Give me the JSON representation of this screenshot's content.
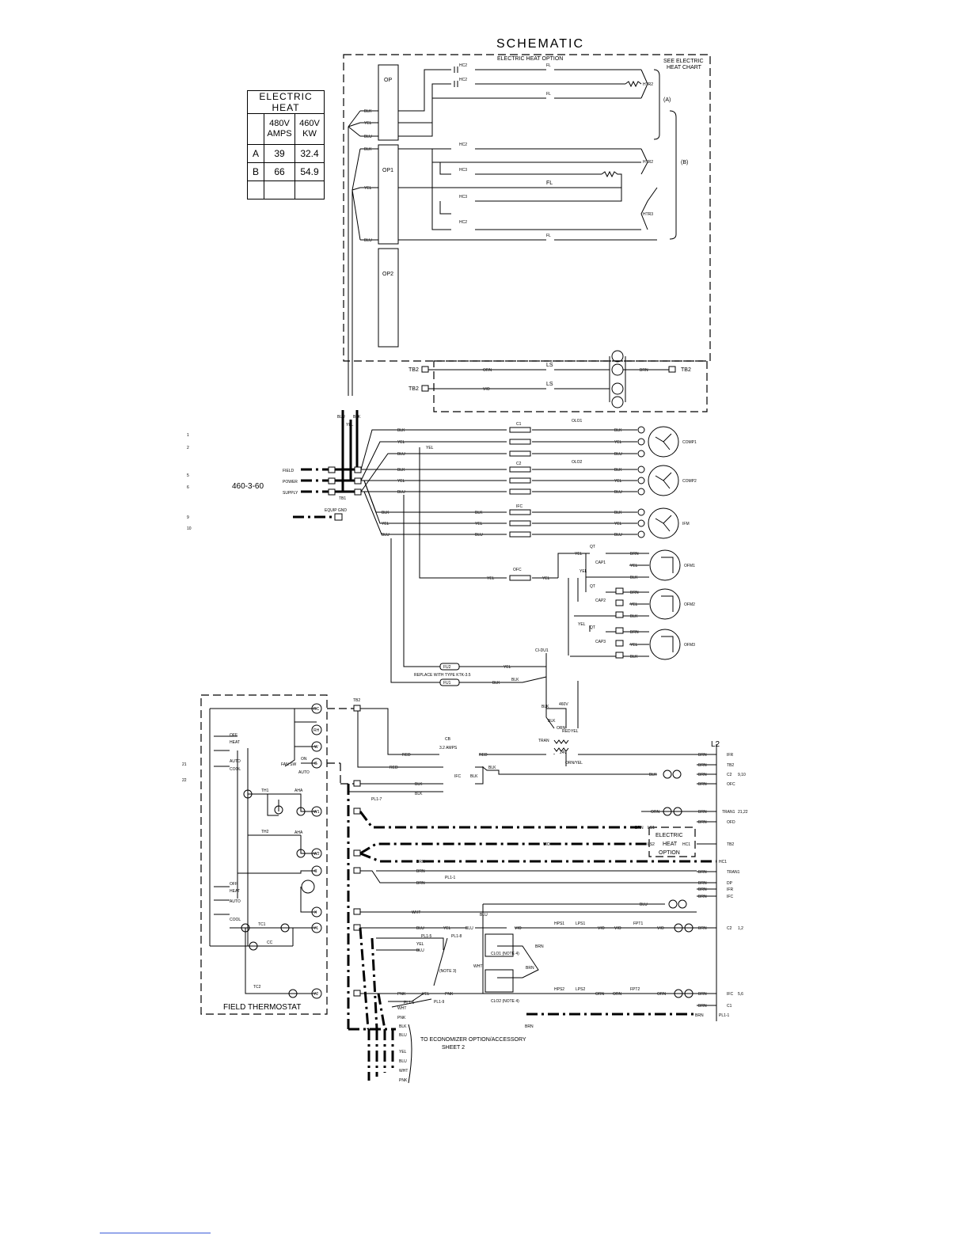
{
  "schematic": {
    "title": "SCHEMATIC",
    "electric_heat_option": "ELECTRIC HEAT OPTION",
    "see_chart": [
      "SEE ELECTRIC",
      "HEAT CHART"
    ],
    "bracket_a": "(A)",
    "bracket_b": "(B)"
  },
  "electric_heat_table": {
    "title": "ELECTRIC HEAT",
    "col1": [
      "480V",
      "AMPS"
    ],
    "col2": [
      "460V",
      "KW"
    ],
    "rows": [
      {
        "label": "A",
        "amps": "39",
        "kw": "32.4"
      },
      {
        "label": "B",
        "amps": "66",
        "kw": "54.9"
      },
      {
        "label": "",
        "amps": "",
        "kw": ""
      }
    ]
  },
  "power": {
    "supply_rating": "460-3-60",
    "field": "FIELD",
    "power": "POWER",
    "supply": "SUPPLY",
    "tb1": "TB1",
    "equip_gnd": "EQUIP GND",
    "line_numbers": [
      "1",
      "2",
      "5",
      "6",
      "9",
      "10",
      "21",
      "22"
    ]
  },
  "labels": {
    "op": "OP",
    "op1": "OP1",
    "op2": "OP2",
    "hc2": "HC2",
    "hc3": "HC3",
    "fl": "FL",
    "htr2": "HTR2",
    "htr3": "HTR3",
    "tb2": "TB2",
    "ls": "LS",
    "orn": "ORN",
    "vio": "VIO",
    "brn": "BRN",
    "blk": "BLK",
    "yel": "YEL",
    "blu": "BLU",
    "red": "RED",
    "wht": "WHT",
    "pnk": "PNK",
    "c1": "C1",
    "c2": "C2",
    "olo1": "OLO1",
    "olo2": "OLO2",
    "ifc": "IFC",
    "ofc": "OFC",
    "comp1": "COMP1",
    "comp2": "COMP2",
    "ifm": "IFM",
    "ofm1": "OFM1",
    "ofm2": "OFM2",
    "ofm3": "OFM3",
    "cap1": "CAP1",
    "cap2": "CAP2",
    "cap3": "CAP3",
    "qt": "QT",
    "cb_du1": "CI-DU1",
    "replace_note": "REPLACE WITH TYPE KTK-3.5",
    "fu2": "FU2",
    "fu1": "FU1",
    "v480": "460V",
    "v24": "24V",
    "tran": "TRAN",
    "orn_yel": "ORN/YEL",
    "cb": "CB",
    "amps": "3.2 AMPS",
    "l2": "L2",
    "elec_heat_opt": [
      "ELECTRIC",
      "HEAT",
      "OPTION"
    ],
    "ls1": "LS1",
    "ls2": "LS2",
    "hc1": "HC1",
    "pl1_7": "PL1-7",
    "pl1_1": "PL1-1",
    "pl1_5": "PL1-5",
    "pl1_8": "PL1-8",
    "pl1_6": "PL1-6",
    "pl1_9": "PL1-9",
    "note3": "(NOTE 3)",
    "hps1": "HPS1",
    "lps1": "LPS1",
    "fpt1": "FPT1",
    "hps2": "HPS2",
    "lps2": "LPS2",
    "fpt2": "FPT2",
    "clo1": "CLO1 (NOTE 4)",
    "clo2": "CLO2 (NOTE 4)",
    "field_thermostat": "FIELD THERMOSTAT",
    "economizer": [
      "TO ECONOMIZER OPTION/ACCESSORY",
      "SHEET 2"
    ],
    "right_refs": [
      "IFR",
      "TB2",
      "C2",
      "OFC",
      "TRAN1",
      "OFD",
      "TB2",
      "HC1",
      "TRAN1",
      "DP",
      "IFR",
      "IFC",
      "C2",
      "IFC",
      "C1",
      "PL1-1"
    ],
    "right_nums": [
      "9,10",
      "21,22",
      "1,2",
      "5,6"
    ],
    "thermostat": {
      "off": "OFF",
      "heat": "HEAT",
      "auto": "AUTO",
      "cool": "COOL",
      "fan_sw": "FAN SW",
      "on": "ON",
      "th1": "TH1",
      "th2": "TH2",
      "aha": "AHA",
      "tc1": "TC1",
      "tc2": "TC2",
      "cc": "CC",
      "terminals": [
        "RC",
        "RH",
        "W",
        "G",
        "W1",
        "W2",
        "C",
        "X",
        "Y1",
        "Y2"
      ]
    }
  }
}
